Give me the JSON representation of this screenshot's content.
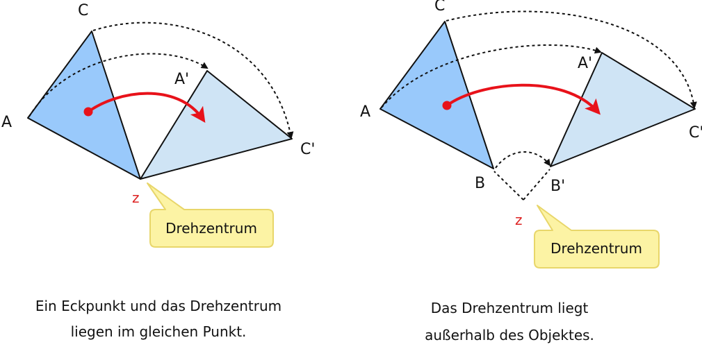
{
  "colors": {
    "original_fill": "#99c9fb",
    "image_fill": "#cfe4f5",
    "arrow_red": "#e8121a",
    "center_red": "#dd2222",
    "callout_fill": "#fcf3a4",
    "callout_stroke": "#e8d66a",
    "stroke": "#111111"
  },
  "left": {
    "labels": {
      "A": "A",
      "C": "C",
      "A_prime": "A'",
      "C_prime": "C'",
      "Z": "z"
    },
    "callout": "Drehzentrum",
    "caption_line1": "Ein Eckpunkt und das Drehzentrum",
    "caption_line2": "liegen im gleichen Punkt."
  },
  "right": {
    "labels": {
      "A": "A",
      "B": "B",
      "C": "C",
      "A_prime": "A'",
      "B_prime": "B'",
      "C_prime": "C'",
      "Z": "z"
    },
    "callout": "Drehzentrum",
    "caption_line1": "Das Drehzentrum liegt",
    "caption_line2": "außerhalb des Objektes."
  }
}
